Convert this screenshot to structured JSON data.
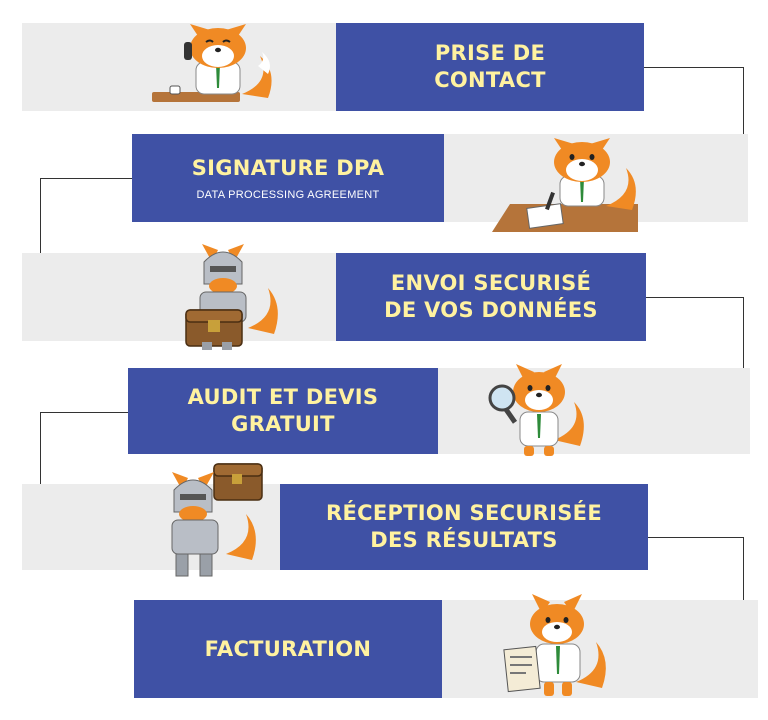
{
  "steps": [
    {
      "title": "PRISE DE\nCONTACT",
      "subtitle": "",
      "illustration": "fox-on-phone-at-desk-icon"
    },
    {
      "title": "SIGNATURE DPA",
      "subtitle": "DATA PROCESSING AGREEMENT",
      "illustration": "fox-signing-document-icon"
    },
    {
      "title": "ENVOI SECURISÉ\nDE VOS DONNÉES",
      "subtitle": "",
      "illustration": "knight-fox-with-chest-icon"
    },
    {
      "title": "AUDIT ET DEVIS\nGRATUIT",
      "subtitle": "",
      "illustration": "fox-with-magnifier-icon"
    },
    {
      "title": "RÉCEPTION SECURISÉE\nDES RÉSULTATS",
      "subtitle": "",
      "illustration": "knight-fox-carrying-chest-icon"
    },
    {
      "title": "FACTURATION",
      "subtitle": "",
      "illustration": "fox-reading-invoice-icon"
    }
  ],
  "colors": {
    "box": "#3f51a5",
    "title_text": "#fff2a0",
    "subtitle_text": "#ffffff",
    "strip": "#ececec",
    "connector": "#333333",
    "fox": "#f08a24"
  }
}
